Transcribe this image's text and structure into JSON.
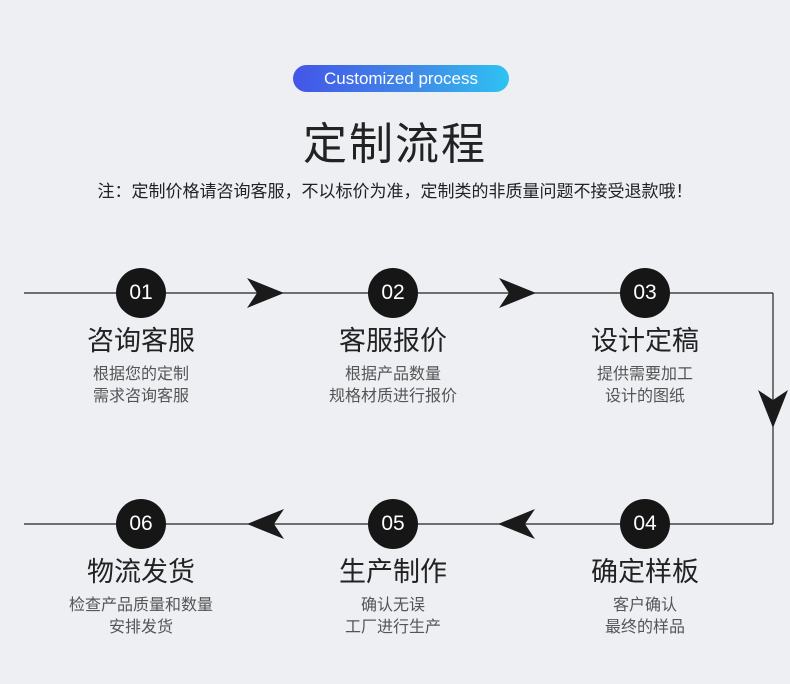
{
  "badge": "Customized process",
  "title": "定制流程",
  "notice": "注：定制价格请咨询客服，不以标价为准，定制类的非质量问题不接受退款哦！",
  "steps": [
    {
      "num": "01",
      "title": "咨询客服",
      "desc1": "根据您的定制",
      "desc2": "需求咨询客服"
    },
    {
      "num": "02",
      "title": "客服报价",
      "desc1": "根据产品数量",
      "desc2": "规格材质进行报价"
    },
    {
      "num": "03",
      "title": "设计定稿",
      "desc1": "提供需要加工",
      "desc2": "设计的图纸"
    },
    {
      "num": "04",
      "title": "确定样板",
      "desc1": "客户确认",
      "desc2": "最终的样品"
    },
    {
      "num": "05",
      "title": "生产制作",
      "desc1": "确认无误",
      "desc2": "工厂进行生产"
    },
    {
      "num": "06",
      "title": "物流发货",
      "desc1": "检查产品质量和数量",
      "desc2": "安排发货"
    }
  ]
}
